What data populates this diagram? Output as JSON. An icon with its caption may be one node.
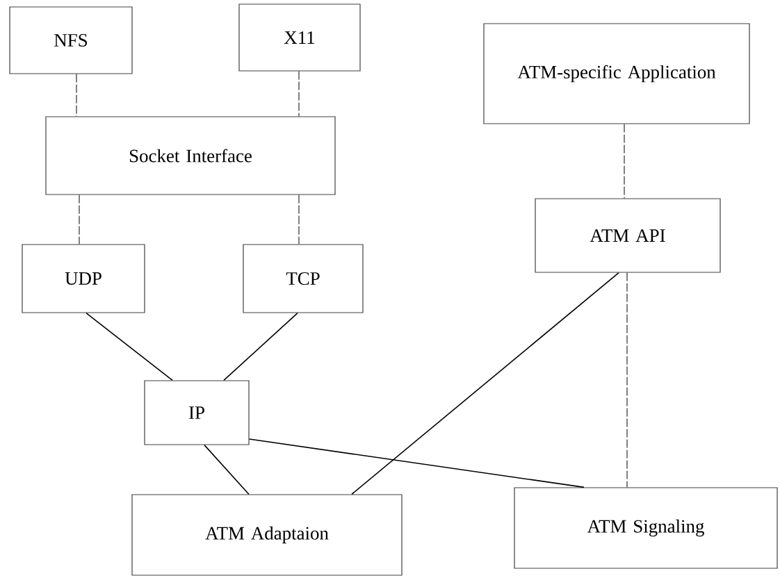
{
  "diagram": {
    "nodes": [
      {
        "text": [
          "NFS"
        ]
      },
      {
        "text": [
          "X11"
        ]
      },
      {
        "text": [
          "ATM-specific Application"
        ]
      },
      {
        "text": [
          "Socket Interface"
        ]
      },
      {
        "text": [
          "UDP"
        ]
      },
      {
        "text": [
          "TCP"
        ]
      },
      {
        "text": [
          "ATM API"
        ]
      },
      {
        "text": [
          "IP"
        ]
      },
      {
        "text": [
          "ATM Adaptaion"
        ]
      },
      {
        "text": [
          "ATM Signaling"
        ]
      }
    ],
    "edges": [
      {
        "from": 0,
        "to": 3,
        "arrow": "none",
        "style": "dashed"
      },
      {
        "from": 1,
        "to": 3,
        "arrow": "none",
        "style": "dashed"
      },
      {
        "from": 3,
        "to": 4,
        "arrow": "none",
        "style": "dashed"
      },
      {
        "from": 3,
        "to": 5,
        "arrow": "none",
        "style": "dashed"
      },
      {
        "from": 2,
        "to": 6,
        "arrow": "none",
        "style": "dashed"
      },
      {
        "from": 4,
        "to": 7,
        "arrow": "none"
      },
      {
        "from": 5,
        "to": 7,
        "arrow": "none"
      },
      {
        "from": 6,
        "to": 8,
        "arrow": "none"
      },
      {
        "from": 7,
        "to": 8,
        "arrow": "none"
      },
      {
        "from": 7,
        "to": 9,
        "arrow": "none"
      },
      {
        "from": 6,
        "to": 9,
        "arrow": "none",
        "style": "dashed"
      }
    ]
  }
}
